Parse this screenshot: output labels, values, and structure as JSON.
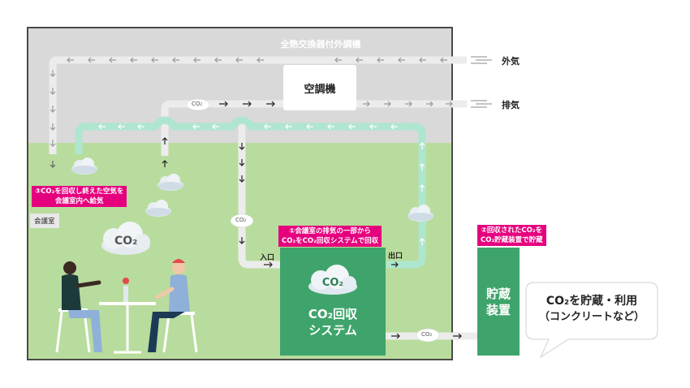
{
  "title": "全熱交換器付外調機",
  "air_conditioner": "空調機",
  "outside_air": "外気",
  "exhaust": "排気",
  "room": "会議室",
  "inlet": "入口",
  "outlet": "出口",
  "capture_system": [
    "CO₂回収",
    "システム"
  ],
  "storage_unit": [
    "貯蔵",
    "装置"
  ],
  "callout_1": [
    "①会議室の排気の一部から",
    "CO₂をCO₂回収システムで回収"
  ],
  "callout_2": [
    "②回収されたCO₂を",
    "CO₂貯蔵装置で貯蔵"
  ],
  "callout_3": [
    "③CO₂を回収し終えた空気を",
    "会議室内へ給気"
  ],
  "co2_label": "CO₂",
  "usage_bubble": [
    "CO₂を貯蔵・利用",
    "（コンクリートなど）"
  ],
  "colors": {
    "pink": "#e5007e",
    "green": "#3fa46b",
    "pipe_gray": "#e6e6e6",
    "pipe_teal": "#a8e6cf",
    "room": "#b8dc9d",
    "attic": "#d9d9d9"
  }
}
